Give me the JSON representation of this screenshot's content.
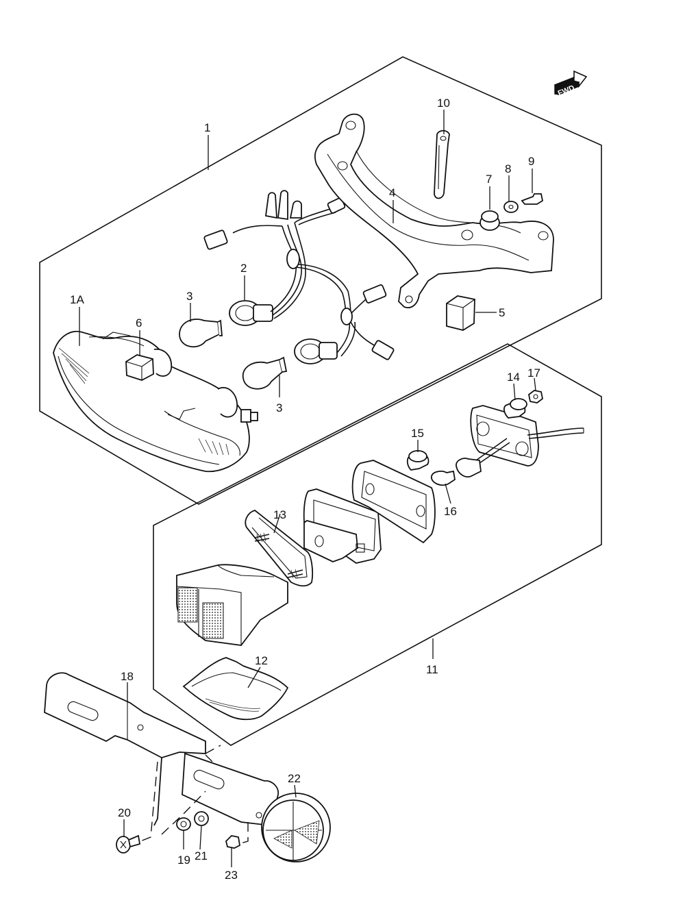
{
  "fwd_arrow": {
    "label": "FWD"
  },
  "callouts": [
    {
      "id": "c1",
      "label": "1"
    },
    {
      "id": "c1a",
      "label": "1A"
    },
    {
      "id": "c2",
      "label": "2"
    },
    {
      "id": "c3a",
      "label": "3"
    },
    {
      "id": "c3b",
      "label": "3"
    },
    {
      "id": "c4",
      "label": "4"
    },
    {
      "id": "c5",
      "label": "5"
    },
    {
      "id": "c6",
      "label": "6"
    },
    {
      "id": "c7",
      "label": "7"
    },
    {
      "id": "c8",
      "label": "8"
    },
    {
      "id": "c9",
      "label": "9"
    },
    {
      "id": "c10",
      "label": "10"
    },
    {
      "id": "c11",
      "label": "11"
    },
    {
      "id": "c12",
      "label": "12"
    },
    {
      "id": "c13",
      "label": "13"
    },
    {
      "id": "c14",
      "label": "14"
    },
    {
      "id": "c15",
      "label": "15"
    },
    {
      "id": "c16",
      "label": "16"
    },
    {
      "id": "c17",
      "label": "17"
    },
    {
      "id": "c18",
      "label": "18"
    },
    {
      "id": "c19",
      "label": "19"
    },
    {
      "id": "c20",
      "label": "20"
    },
    {
      "id": "c21",
      "label": "21"
    },
    {
      "id": "c22",
      "label": "22"
    },
    {
      "id": "c23",
      "label": "23"
    }
  ]
}
